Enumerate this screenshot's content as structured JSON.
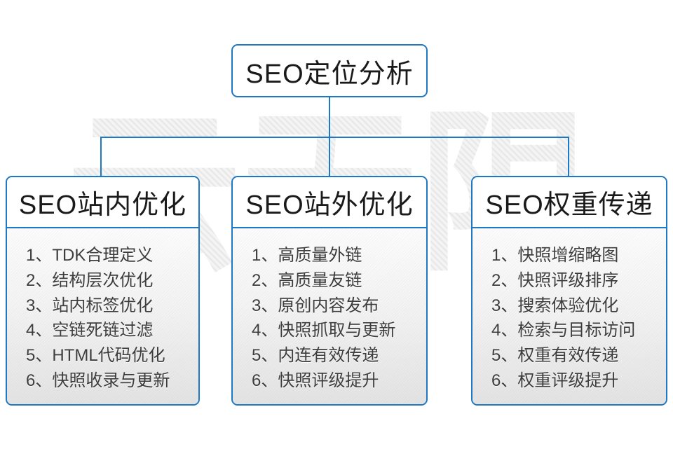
{
  "watermark": {
    "text": "云无限"
  },
  "root": {
    "title": "SEO定位分析"
  },
  "columns": [
    {
      "title": "SEO站内优化",
      "items": [
        "1、TDK合理定义",
        "2、结构层次优化",
        "3、站内标签优化",
        "4、空链死链过滤",
        "5、HTML代码优化",
        "6、快照收录与更新"
      ]
    },
    {
      "title": "SEO站外优化",
      "items": [
        "1、高质量外链",
        "2、高质量友链",
        "3、原创内容发布",
        "4、快照抓取与更新",
        "5、内连有效传递",
        "6、快照评级提升"
      ]
    },
    {
      "title": "SEO权重传递",
      "items": [
        "1、快照增缩略图",
        "2、快照评级排序",
        "3、搜索体验优化",
        "4、检索与目标访问",
        "5、权重有效传递",
        "6、权重评级提升"
      ]
    }
  ],
  "colors": {
    "line_blue": "#1e78c3",
    "header_text": "#1a1a1a",
    "item_text": "#3d3d3d",
    "watermark_gray": "#e7e7e7"
  }
}
